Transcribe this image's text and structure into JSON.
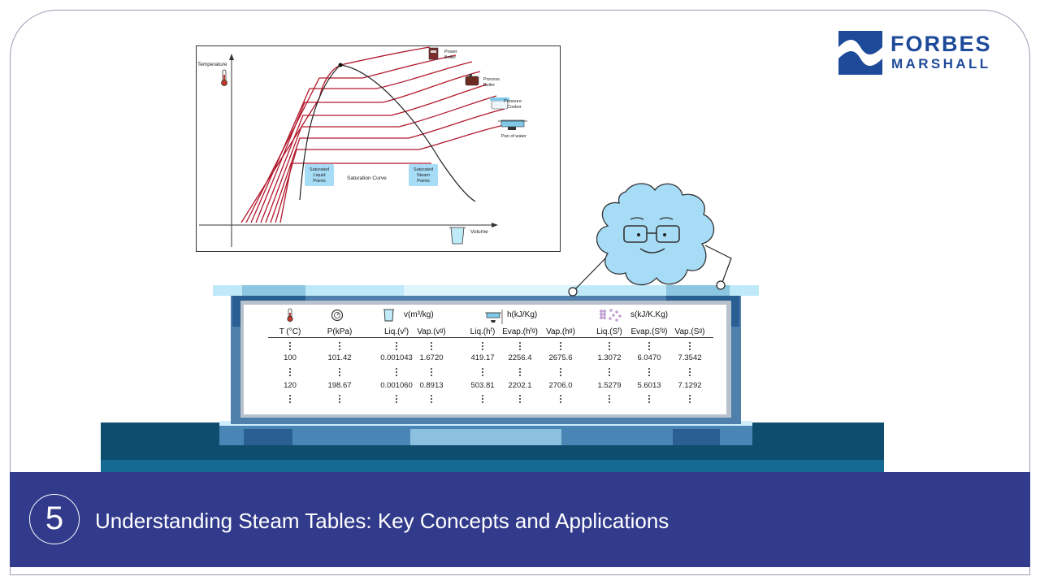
{
  "brand": {
    "line1": "FORBES",
    "line2": "MARSHALL",
    "color": "#1e4a9a"
  },
  "diagram": {
    "y_axis_label": "Temperature",
    "x_axis_label": "Volume",
    "curve_label": "Saturation Curve",
    "liquid_box": "Saturated Liquid Points",
    "steam_box": "Saturated Steam Points",
    "applications": [
      {
        "name": "Power Boiler",
        "icon": "power-boiler-icon"
      },
      {
        "name": "Process Boiler",
        "icon": "process-boiler-icon"
      },
      {
        "name": "Pressure Cooker",
        "icon": "pressure-cooker-icon"
      },
      {
        "name": "Pan of water",
        "icon": "pan-of-water-icon"
      }
    ],
    "curve_color": "#b2172b"
  },
  "steam_table": {
    "group_headers": {
      "specific_volume": "v(m³/kg)",
      "enthalpy": "h(kJ/Kg)",
      "entropy": "s(kJ/K.Kg)"
    },
    "columns": [
      "T (°C)",
      "P(kPa)",
      "Liq.(vᶠ)",
      "Vap.(vᵍ)",
      "Liq.(hᶠ)",
      "Evap.(hᶠᵍ)",
      "Vap.(hᵍ)",
      "Liq.(Sᶠ)",
      "Evap.(Sᶠᵍ)",
      "Vap.(Sᵍ)"
    ],
    "rows": [
      [
        "100",
        "101.42",
        "0.001043",
        "1.6720",
        "419.17",
        "2256.4",
        "2675.6",
        "1.3072",
        "6.0470",
        "7.3542"
      ],
      [
        "120",
        "198.67",
        "0.001060",
        "0.8913",
        "503.81",
        "2202.1",
        "2706.0",
        "1.5279",
        "5.6013",
        "7.1292"
      ]
    ]
  },
  "banner": {
    "step": "5",
    "title": "Understanding Steam Tables: Key Concepts and Applications",
    "color": "#313a8b"
  },
  "mascot": {
    "color": "#a6dcf6"
  }
}
